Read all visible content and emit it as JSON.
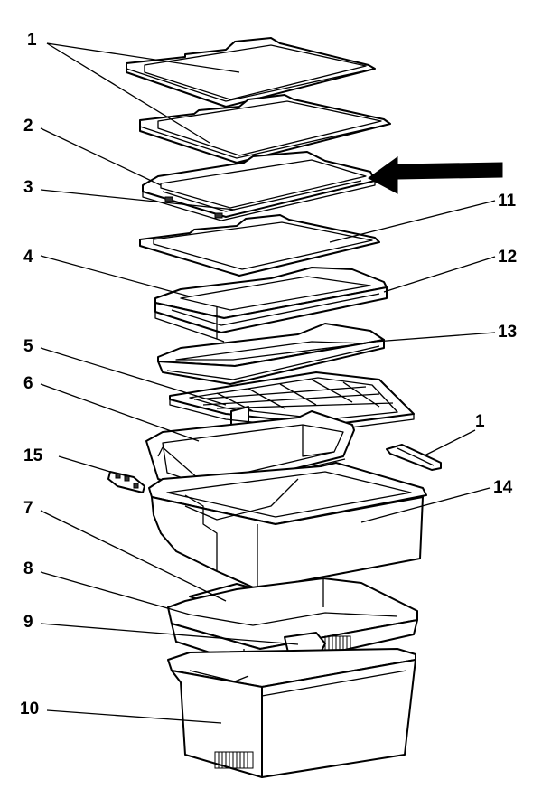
{
  "callouts": {
    "c1a": "1",
    "c2": "2",
    "c3": "3",
    "c4": "4",
    "c5": "5",
    "c6": "6",
    "c15": "15",
    "c7": "7",
    "c8": "8",
    "c9": "9",
    "c10": "10",
    "c11": "11",
    "c12": "12",
    "c13": "13",
    "c1b": "1",
    "c14": "14"
  },
  "icons": {
    "indicator": "arrow-left-icon"
  },
  "colors": {
    "line": "#000000",
    "background": "#ffffff"
  }
}
